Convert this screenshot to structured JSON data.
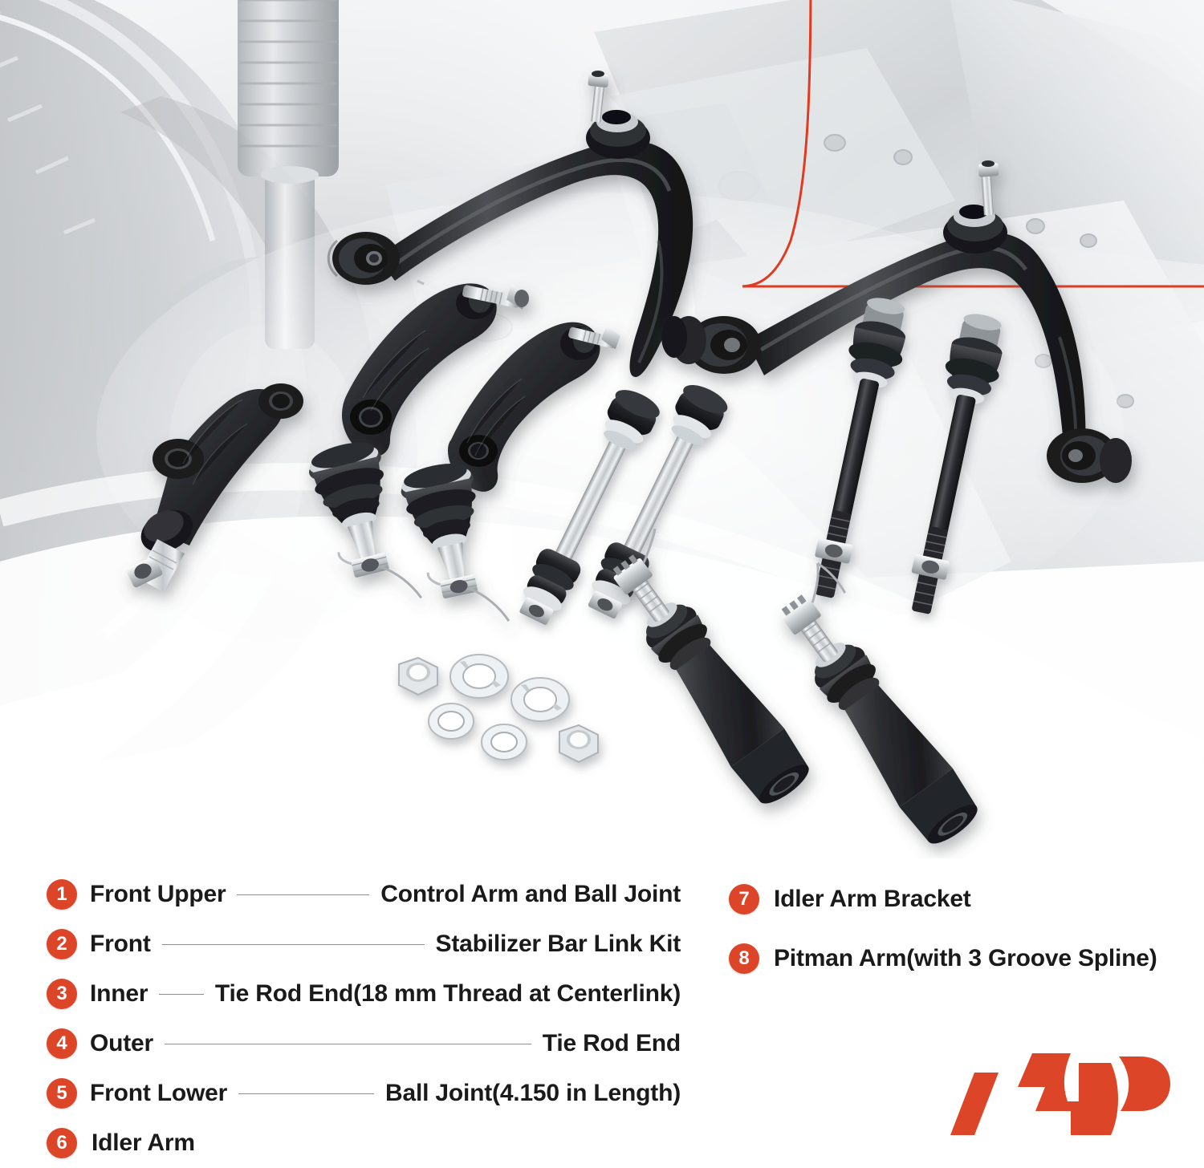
{
  "theme": {
    "accent_red": "#DC4527",
    "rule_gray": "#8E8E8E",
    "text_black": "#1A1A1A",
    "part_black": "#222326",
    "chrome": "#C9CDD1"
  },
  "photo": {
    "background_description": "faded grayscale vehicle front suspension / wheel well and frame",
    "decor_line": "red-rounded-corner-line"
  },
  "legend": {
    "left_column": [
      {
        "num": "1",
        "pre": "Front Upper",
        "post": "Control Arm and Ball Joint",
        "rule": true
      },
      {
        "num": "2",
        "pre": "Front",
        "post": "Stabilizer Bar Link Kit",
        "rule": true
      },
      {
        "num": "3",
        "pre": "Inner",
        "post": "Tie Rod End(18 mm Thread at Centerlink)",
        "rule": true
      },
      {
        "num": "4",
        "pre": "Outer",
        "post": "Tie Rod End",
        "rule": true
      },
      {
        "num": "5",
        "pre": "Front Lower",
        "post": "Ball Joint(4.150 in Length)",
        "rule": true
      },
      {
        "num": "6",
        "pre": "Idler Arm",
        "post": "",
        "rule": false
      }
    ],
    "right_column": [
      {
        "num": "7",
        "pre": "Idler Arm Bracket",
        "post": "",
        "rule": false
      },
      {
        "num": "8",
        "pre": "Pitman Arm(with 3 Groove Spline)",
        "post": "",
        "rule": false
      }
    ]
  },
  "brand": {
    "logo_name": "a-premium-logo",
    "logo_color": "#DC4527"
  },
  "parts": [
    {
      "name": "front-upper-control-arm-left",
      "label_ref": "1"
    },
    {
      "name": "front-upper-control-arm-right",
      "label_ref": "1"
    },
    {
      "name": "stabilizer-bar-link-1",
      "label_ref": "2"
    },
    {
      "name": "stabilizer-bar-link-2",
      "label_ref": "2"
    },
    {
      "name": "inner-tie-rod-end-1",
      "label_ref": "3"
    },
    {
      "name": "inner-tie-rod-end-2",
      "label_ref": "3"
    },
    {
      "name": "outer-tie-rod-end-1",
      "label_ref": "4"
    },
    {
      "name": "outer-tie-rod-end-2",
      "label_ref": "4"
    },
    {
      "name": "front-lower-ball-joint-1",
      "label_ref": "5"
    },
    {
      "name": "front-lower-ball-joint-2",
      "label_ref": "5"
    },
    {
      "name": "idler-arm",
      "label_ref": "6"
    },
    {
      "name": "idler-arm-bracket",
      "label_ref": "7"
    },
    {
      "name": "pitman-arm",
      "label_ref": "8"
    },
    {
      "name": "hardware-hex-nut-1",
      "label_ref": ""
    },
    {
      "name": "hardware-hex-nut-2",
      "label_ref": ""
    },
    {
      "name": "hardware-washer-1",
      "label_ref": ""
    },
    {
      "name": "hardware-washer-2",
      "label_ref": ""
    },
    {
      "name": "hardware-tab-washer-1",
      "label_ref": ""
    },
    {
      "name": "hardware-tab-washer-2",
      "label_ref": ""
    }
  ]
}
